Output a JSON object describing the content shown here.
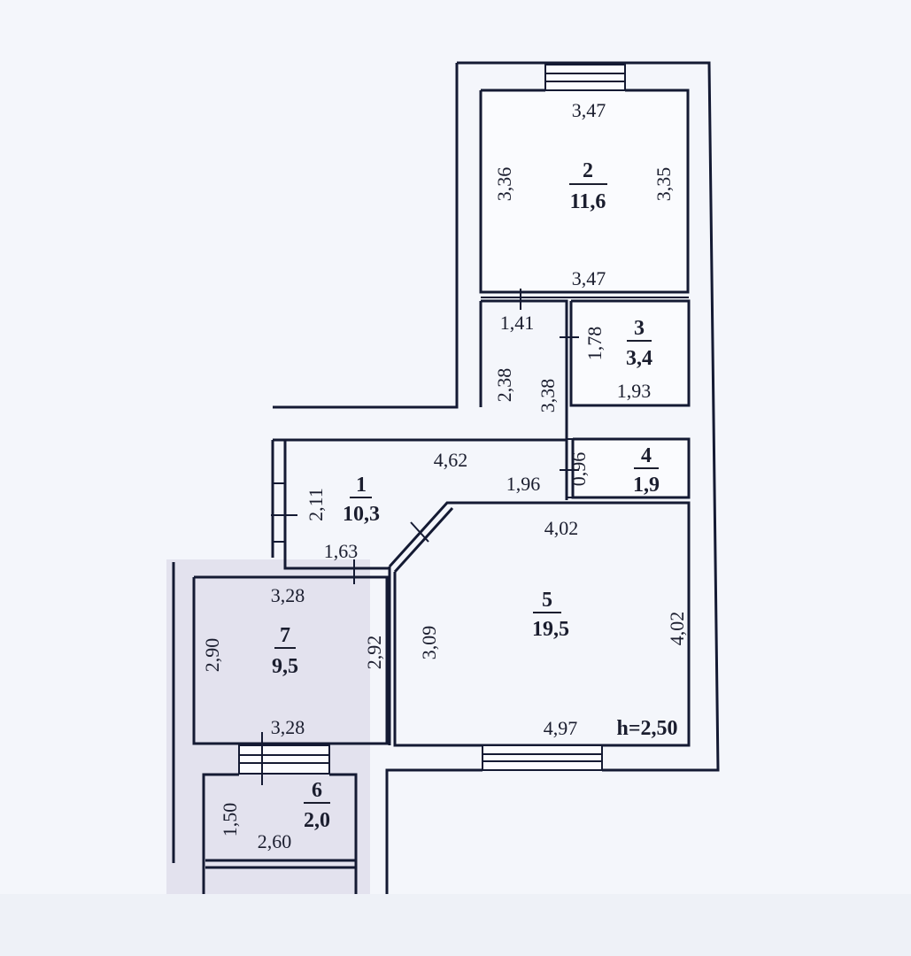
{
  "plan": {
    "ceiling_height_label": "h=2,50",
    "colors": {
      "wall": "#141a33",
      "background": "#f4f6fb",
      "tint": "#e3e2ee"
    },
    "rooms": [
      {
        "id": 1,
        "number": "1",
        "area": "10,3",
        "dims": {
          "top": "4,62",
          "left": "2,11",
          "bottom": "1,63"
        }
      },
      {
        "id": 2,
        "number": "2",
        "area": "11,6",
        "dims": {
          "top": "3,47",
          "bottom": "3,47",
          "left": "3,36",
          "right": "3,35"
        }
      },
      {
        "id": 3,
        "number": "3",
        "area": "3,4",
        "dims": {
          "left": "1,78",
          "bottom": "1,93"
        }
      },
      {
        "id": 4,
        "number": "4",
        "area": "1,9",
        "dims": {
          "left": "0,96"
        }
      },
      {
        "id": 5,
        "number": "5",
        "area": "19,5",
        "dims": {
          "top": "4,02",
          "left": "3,09",
          "right": "4,02",
          "bottom": "4,97"
        }
      },
      {
        "id": 6,
        "number": "6",
        "area": "2,0",
        "dims": {
          "left": "1,50",
          "bottom": "2,60"
        }
      },
      {
        "id": 7,
        "number": "7",
        "area": "9,5",
        "dims": {
          "top": "3,28",
          "bottom": "3,28",
          "left": "2,90",
          "right": "2,92"
        }
      }
    ],
    "corridor": {
      "dims": {
        "top": "1,41",
        "left": "2,38",
        "right": "3,38",
        "bottom": "1,96"
      }
    }
  }
}
